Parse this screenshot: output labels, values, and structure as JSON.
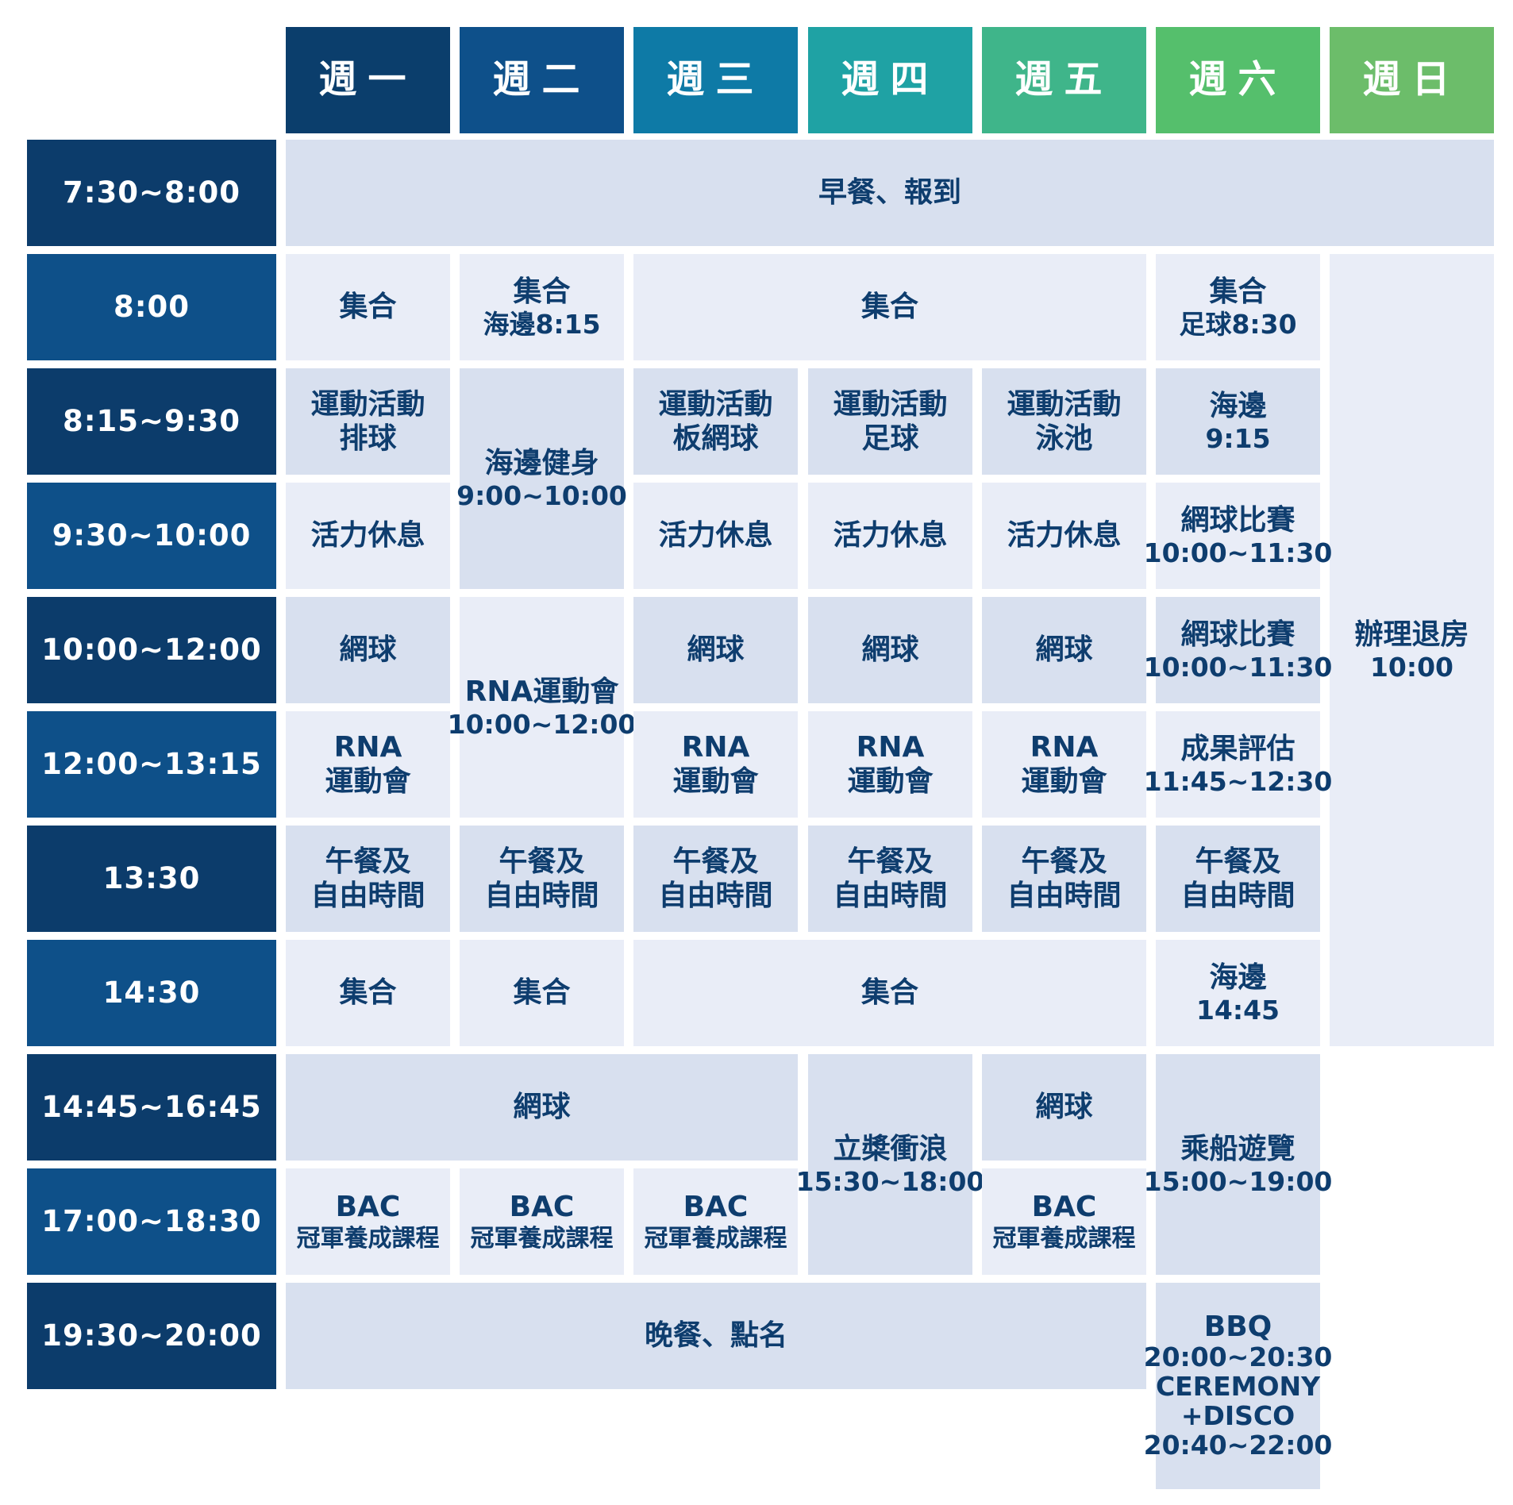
{
  "days": {
    "mon": "週一",
    "tue": "週二",
    "wed": "週三",
    "thu": "週四",
    "fri": "週五",
    "sat": "週六",
    "sun": "週日"
  },
  "day_colors": [
    "#0b3e6c",
    "#0e508a",
    "#0e7aa6",
    "#1fa2a4",
    "#3fb58a",
    "#55bf6c",
    "#6cbd6a"
  ],
  "times": [
    "7:30~8:00",
    "8:00",
    "8:15~9:30",
    "9:30~10:00",
    "10:00~12:00",
    "12:00~13:15",
    "13:30",
    "14:30",
    "14:45~16:45",
    "17:00~18:30",
    "19:30~20:00"
  ],
  "events": {
    "breakfast": "早餐、報到",
    "gather": "集合",
    "beach_815": "海邊8:15",
    "soccer_830": "足球8:30",
    "sport_activity": "運動活動",
    "volleyball": "排球",
    "paddle_tennis": "板網球",
    "soccer": "足球",
    "pool": "泳池",
    "beach": "海邊",
    "beach_915": "9:15",
    "beach_fitness": "海邊健身",
    "beach_fitness_time": "9:00~10:00",
    "rest": "活力休息",
    "tennis_match": "網球比賽",
    "tennis_match_time": "10:00~11:30",
    "checkout": "辦理退房",
    "checkout_time": "10:00",
    "tennis": "網球",
    "rna_games": "RNA運動會",
    "rna_games_time": "10:00~12:00",
    "rna": "RNA",
    "games": "運動會",
    "evaluation": "成果評估",
    "evaluation_time": "11:45~12:30",
    "lunch": "午餐及",
    "free_time": "自由時間",
    "beach_1445": "14:45",
    "sup": "立槳衝浪",
    "sup_time": "15:30~18:00",
    "boat": "乘船遊覽",
    "boat_time": "15:00~19:00",
    "bac": "BAC",
    "bac_course": "冠軍養成課程",
    "dinner": "晚餐、點名",
    "bbq": "BBQ",
    "bbq_time": "20:00~20:30",
    "ceremony": "CEREMONY",
    "disco": "+DISCO",
    "disco_time": "20:40~22:00"
  }
}
